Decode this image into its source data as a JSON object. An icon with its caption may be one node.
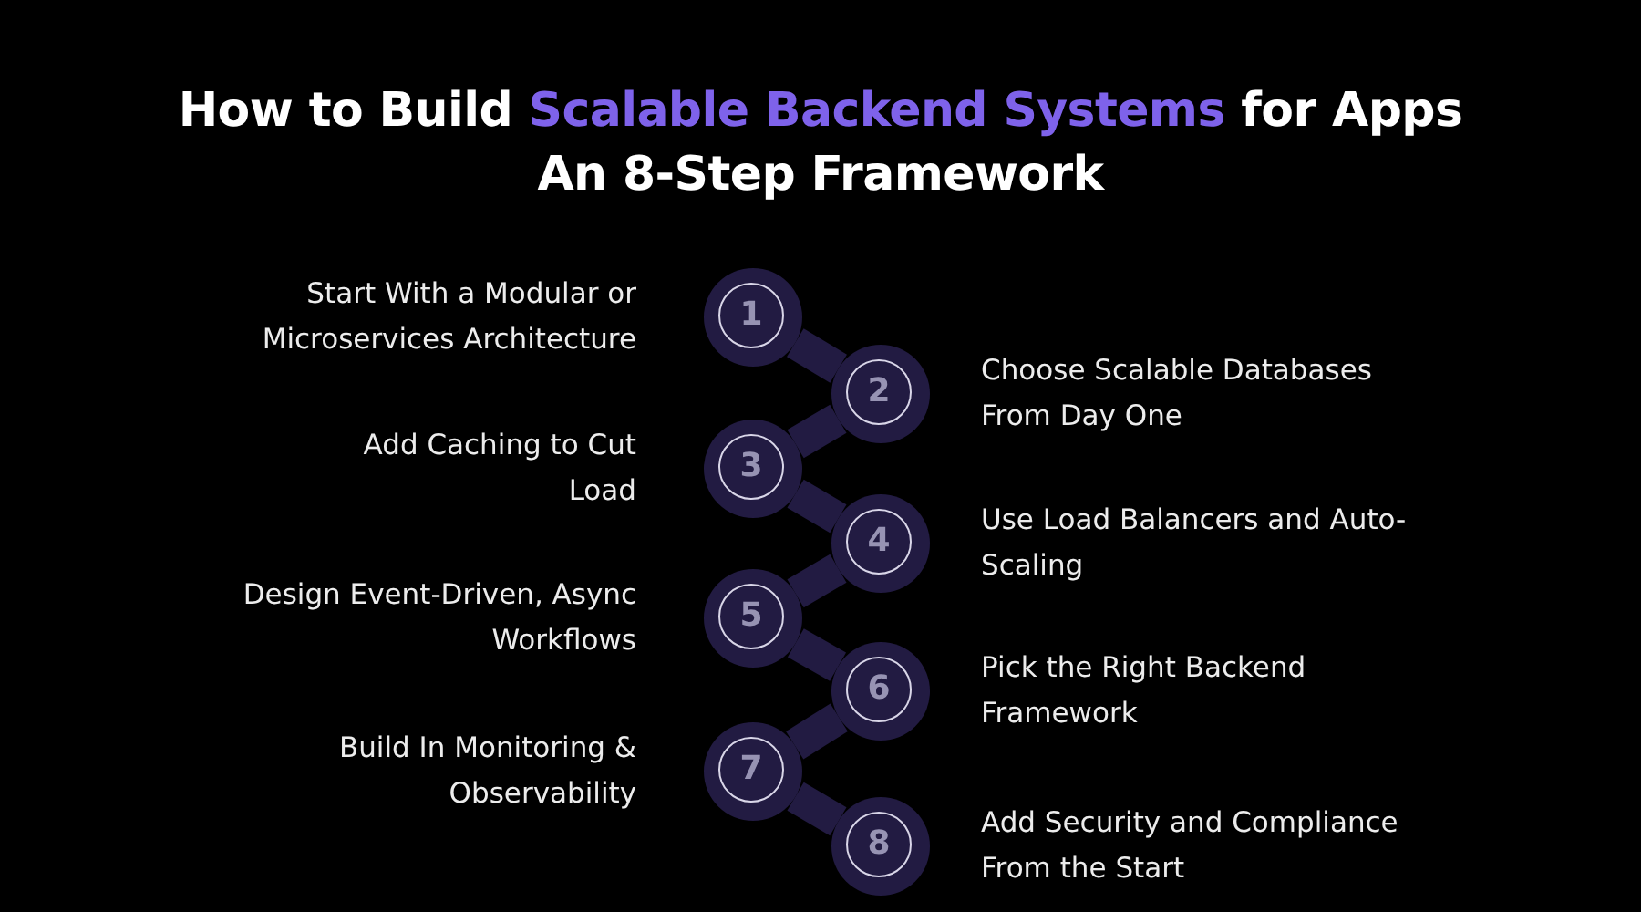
{
  "diagram": {
    "title": "How to Build **Scalable Backend Systems** for Apps An 8-Step Framework",
    "nodes": [
      {
        "text": [
          "1"
        ],
        "beside": [
          "Start With a Modular or Microservices Architecture"
        ]
      },
      {
        "text": [
          "2"
        ],
        "beside": [
          "Choose Scalable Databases From Day One"
        ]
      },
      {
        "text": [
          "3"
        ],
        "beside": [
          "Add Caching to Cut Load"
        ]
      },
      {
        "text": [
          "4"
        ],
        "beside": [
          "Use Load Balancers and Auto-Scaling"
        ]
      },
      {
        "text": [
          "5"
        ],
        "beside": [
          "Design Event-Driven, Async Workflows"
        ]
      },
      {
        "text": [
          "6"
        ],
        "beside": [
          "Pick the Right Backend Framework"
        ]
      },
      {
        "text": [
          "7"
        ],
        "beside": [
          "Build In Monitoring & Observability"
        ]
      },
      {
        "text": [
          "8"
        ],
        "beside": [
          "Add Security and Compliance From the Start"
        ]
      }
    ],
    "edges": [
      {
        "from": 0,
        "to": 1,
        "arrow": "none"
      },
      {
        "from": 1,
        "to": 2,
        "arrow": "none"
      },
      {
        "from": 2,
        "to": 3,
        "arrow": "none"
      },
      {
        "from": 3,
        "to": 4,
        "arrow": "none"
      },
      {
        "from": 4,
        "to": 5,
        "arrow": "none"
      },
      {
        "from": 5,
        "to": 6,
        "arrow": "none"
      },
      {
        "from": 6,
        "to": 7,
        "arrow": "none"
      }
    ]
  }
}
